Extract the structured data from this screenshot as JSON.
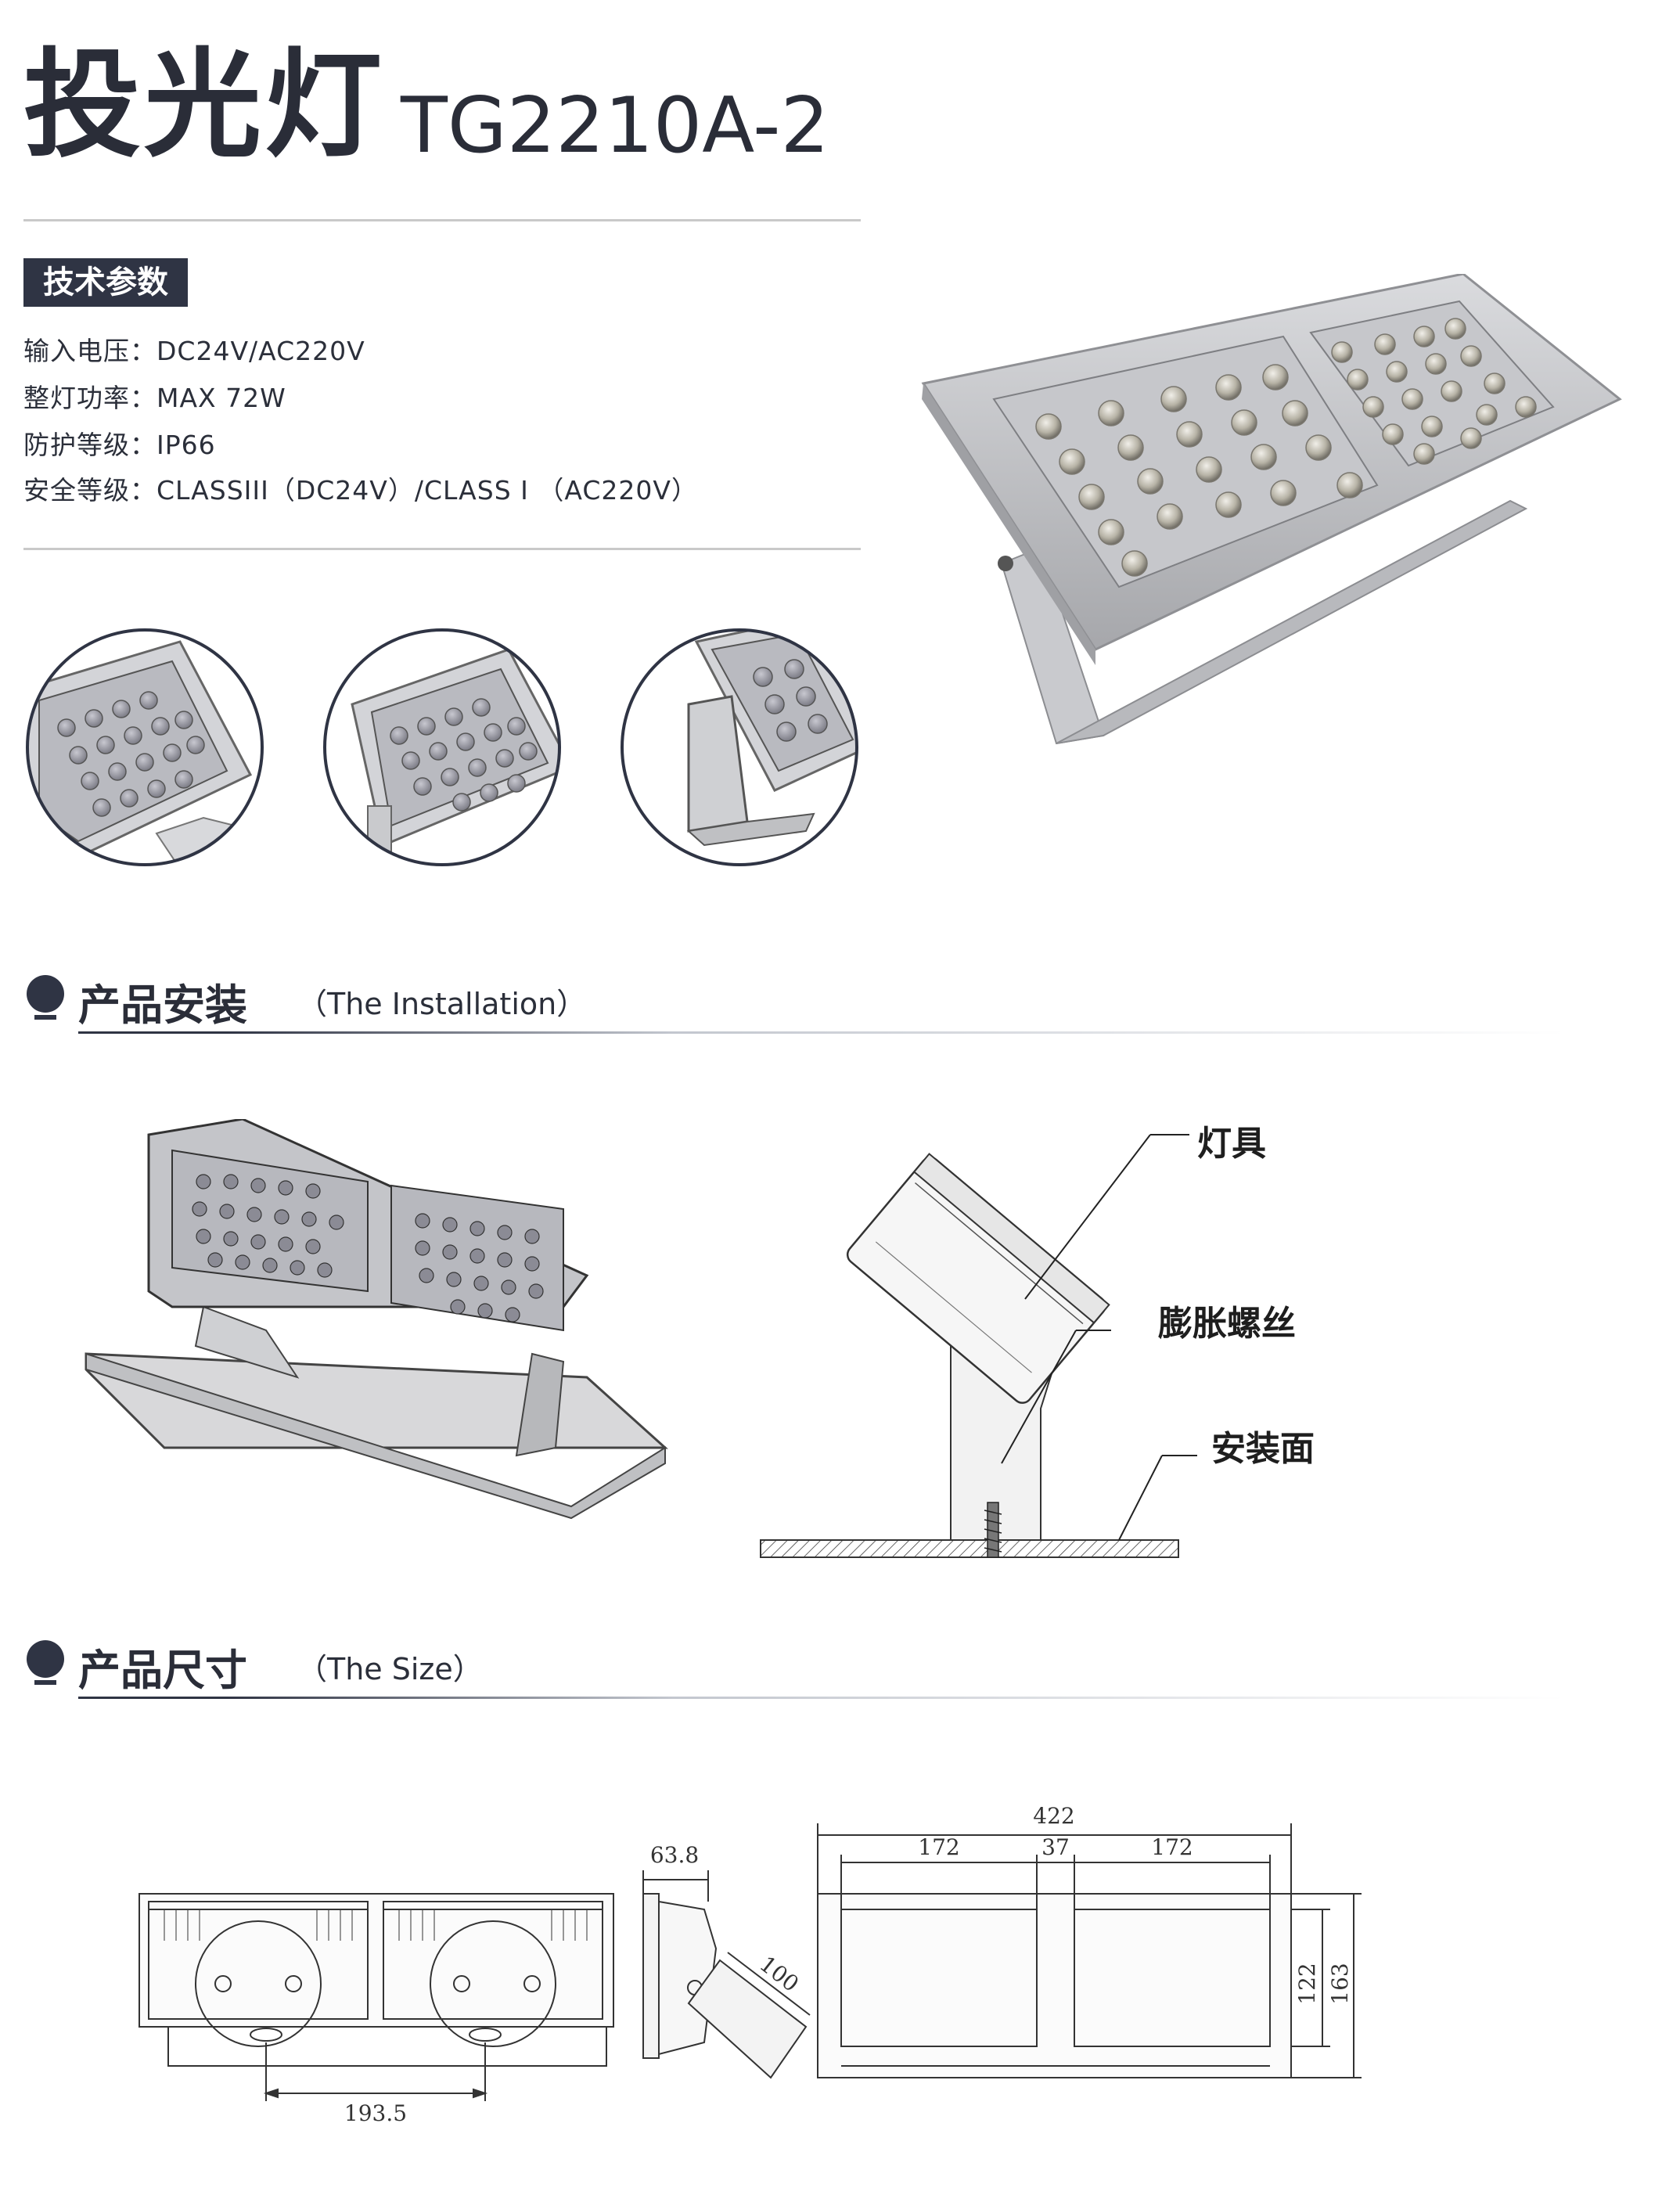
{
  "header": {
    "title_cn": "投光灯",
    "model": "TG2210A-2"
  },
  "specs": {
    "section_label": "技术参数",
    "rows": [
      {
        "label": "输入电压：",
        "value": "DC24V/AC220V"
      },
      {
        "label": "整灯功率：",
        "value": "MAX 72W"
      },
      {
        "label": "防护等级：",
        "value": "IP66"
      },
      {
        "label": "安全等级：",
        "value": "CLASSIII（DC24V）/CLASS I （AC220V）"
      }
    ]
  },
  "installation": {
    "title": "产品安装",
    "subtitle": "（The Installation）",
    "callouts": {
      "fixture": "灯具",
      "screw": "膨胀螺丝",
      "surface": "安装面"
    }
  },
  "size": {
    "title": "产品尺寸",
    "subtitle": "（The Size）",
    "dims": {
      "bracket_spacing": "193.5",
      "side_depth": "63.8",
      "bracket_len": "100",
      "total_width": "422",
      "panel_left": "172",
      "gap": "37",
      "panel_right": "172",
      "panel_height": "122",
      "total_height": "163"
    }
  },
  "colors": {
    "dark": "#2f3444",
    "housing": "#c2c3c7",
    "led": "#9a9aa3"
  }
}
